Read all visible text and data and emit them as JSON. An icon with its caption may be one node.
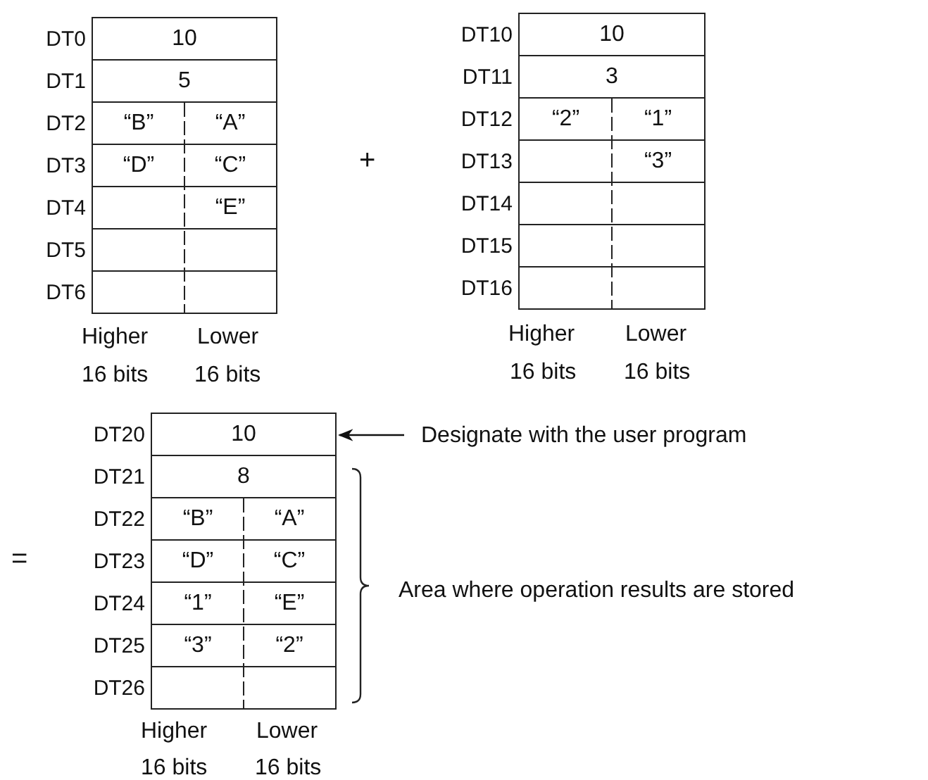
{
  "diagram": {
    "nodes": [
      {
        "text": [],
        "shape": "box"
      },
      {
        "text": [
          "10"
        ],
        "in": 0,
        "beside": [
          "DT0"
        ]
      },
      {
        "text": [
          "5"
        ],
        "in": 0,
        "beside": [
          "DT1"
        ]
      },
      {
        "text": [
          "“B”",
          "“A”"
        ],
        "in": 0,
        "beside": [
          "DT2"
        ]
      },
      {
        "text": [
          "“D”",
          "“C”"
        ],
        "in": 0,
        "beside": [
          "DT3"
        ]
      },
      {
        "text": [
          "“E”"
        ],
        "in": 0,
        "beside": [
          "DT4"
        ]
      },
      {
        "text": [],
        "shape": "box",
        "in": 0,
        "beside": [
          "DT5"
        ]
      },
      {
        "text": [],
        "shape": "box",
        "in": 0,
        "beside": [
          "DT6"
        ]
      },
      {
        "text": [],
        "shape": "box"
      },
      {
        "text": [
          "10"
        ],
        "in": 8,
        "beside": [
          "DT10"
        ]
      },
      {
        "text": [
          "3"
        ],
        "in": 8,
        "beside": [
          "DT11"
        ]
      },
      {
        "text": [
          "“2”",
          "“1”"
        ],
        "in": 8,
        "beside": [
          "DT12"
        ]
      },
      {
        "text": [
          "“3”"
        ],
        "in": 8,
        "beside": [
          "DT13"
        ]
      },
      {
        "text": [],
        "shape": "box",
        "in": 8,
        "beside": [
          "DT14"
        ]
      },
      {
        "text": [],
        "shape": "box",
        "in": 8,
        "beside": [
          "DT15"
        ]
      },
      {
        "text": [],
        "shape": "box",
        "in": 8,
        "beside": [
          "DT16"
        ]
      },
      {
        "text": [],
        "shape": "box"
      },
      {
        "text": [
          "10"
        ],
        "in": 16,
        "beside": [
          "DT20"
        ]
      },
      {
        "text": [
          "8"
        ],
        "in": 16,
        "beside": [
          "DT21"
        ]
      },
      {
        "text": [
          "“B”",
          "“A”"
        ],
        "in": 16,
        "beside": [
          "DT22"
        ]
      },
      {
        "text": [
          "“D”",
          "“C”"
        ],
        "in": 16,
        "beside": [
          "DT23"
        ]
      },
      {
        "text": [
          "“1”",
          "“E”"
        ],
        "in": 16,
        "beside": [
          "DT24"
        ]
      },
      {
        "text": [
          "“3”",
          "“2”"
        ],
        "in": 16,
        "beside": [
          "DT25"
        ]
      },
      {
        "text": [],
        "shape": "box",
        "in": 16,
        "beside": [
          "DT26"
        ]
      },
      {
        "text": [
          "Designate with the user program"
        ]
      }
    ],
    "edges": [
      {
        "from": 24,
        "to": 17,
        "arrow": "to"
      }
    ],
    "labels": [
      "Higher",
      "Lower",
      "16 bits",
      "16 bits",
      "+",
      "Higher",
      "Lower",
      "16 bits",
      "16 bits",
      "=",
      "Higher",
      "Lower",
      "16 bits",
      "16 bits",
      "Area where operation results are stored"
    ]
  }
}
